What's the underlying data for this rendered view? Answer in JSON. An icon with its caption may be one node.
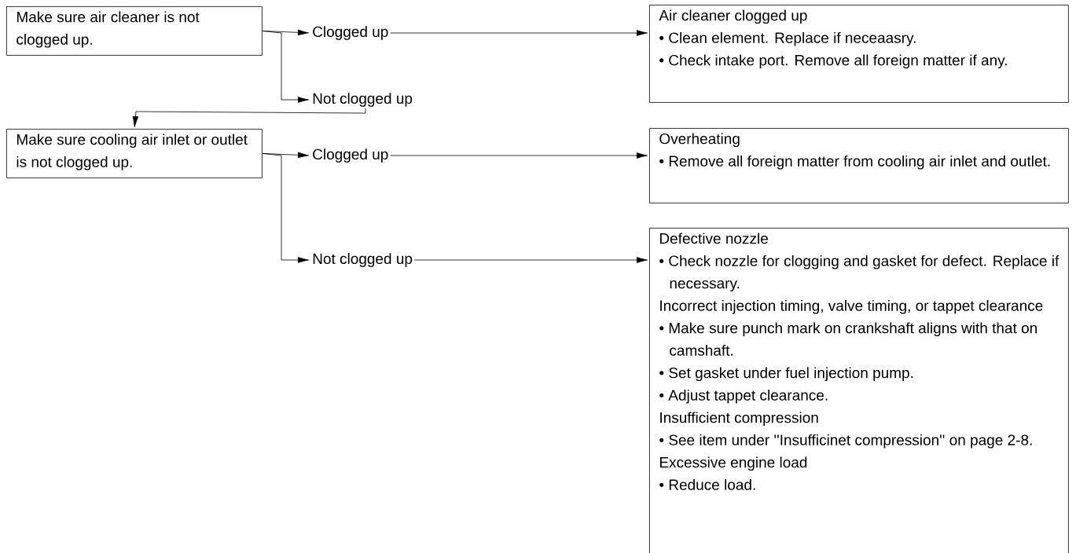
{
  "diagram": {
    "nodes": [
      {
        "text": [
          "Make sure air cleaner is not clogged up."
        ]
      },
      {
        "text": [
          "Clogged up"
        ]
      },
      {
        "text": [
          "Not clogged up"
        ]
      },
      {
        "text": [
          "Make sure cooling air inlet or outlet is not clogged up."
        ]
      },
      {
        "text": [
          "Clogged up"
        ]
      },
      {
        "text": [
          "Not clogged up"
        ]
      },
      {
        "text": [
          "Air cleaner clogged up",
          "• Clean element. Replace if neceaasry.",
          "• Check intake port. Remove all foreign matter if any."
        ]
      },
      {
        "text": [
          "Overheating",
          "• Remove all foreign matter from cooling air inlet and outlet."
        ]
      },
      {
        "text": [
          "Defective nozzle",
          "• Check nozzle for clogging and gasket for defect. Replace if necessary.",
          "Incorrect injection timing, valve timing, or tappet clearance",
          "• Make sure punch mark on crankshaft aligns with that on camshaft.",
          "• Set gasket under fuel injection pump.",
          "• Adjust tappet clearance.",
          "Insufficient compression",
          "• See item under ''Insufficinet compression'' on page 2-8.",
          "Excessive engine load",
          "• Reduce load."
        ]
      }
    ],
    "edges": [
      {
        "from": 0,
        "to": 1,
        "arrow": "to"
      },
      {
        "from": 0,
        "to": 2,
        "arrow": "to"
      },
      {
        "from": 2,
        "to": 3,
        "arrow": "to"
      },
      {
        "from": 1,
        "to": 6,
        "arrow": "to"
      },
      {
        "from": 3,
        "to": 4,
        "arrow": "to"
      },
      {
        "from": 3,
        "to": 5,
        "arrow": "to"
      },
      {
        "from": 4,
        "to": 7,
        "arrow": "to"
      },
      {
        "from": 5,
        "to": 8,
        "arrow": "to"
      }
    ]
  }
}
